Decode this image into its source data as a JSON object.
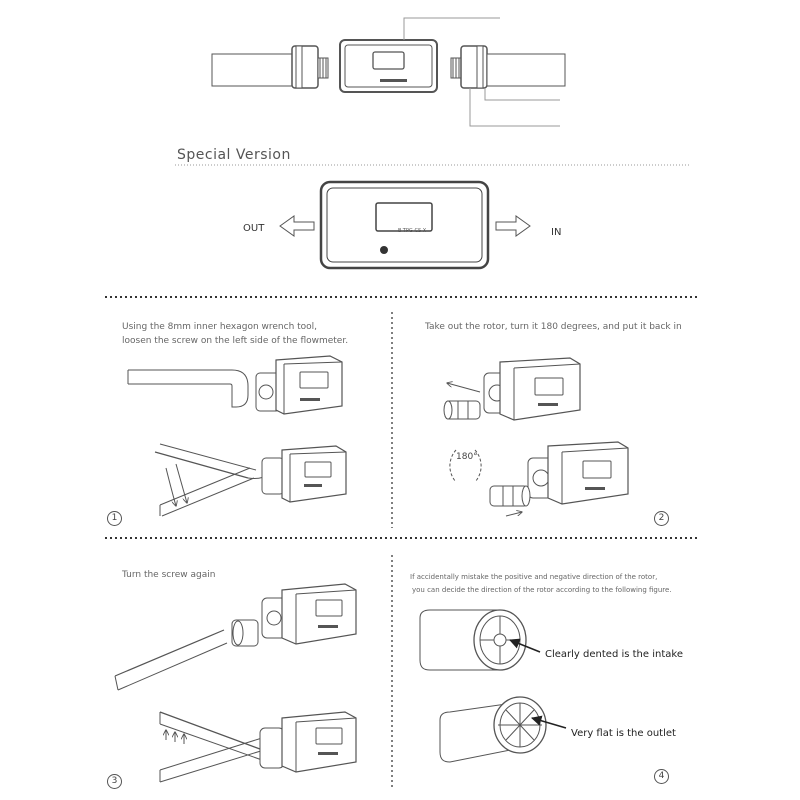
{
  "special_version_title": "Special Version",
  "device_brand": "B-TPG-CS-X",
  "flow_out": "OUT",
  "flow_in": "IN",
  "steps": [
    {
      "number": "1",
      "text_line1": "Using the 8mm inner hexagon wrench tool,",
      "text_line2": "loosen the screw on the left side of the flowmeter."
    },
    {
      "number": "2",
      "text_line1": "Take out the rotor, turn it 180 degrees, and put it back in",
      "rotation_label": "180°"
    },
    {
      "number": "3",
      "text_line1": "Turn the screw again"
    },
    {
      "number": "4",
      "text_line1": "If accidentally mistake the positive and negative direction of the rotor,",
      "text_line2": "you can decide the direction of the rotor according to the following figure.",
      "intake_label": "Clearly dented is the intake",
      "outlet_label": "Very flat is the outlet"
    }
  ]
}
